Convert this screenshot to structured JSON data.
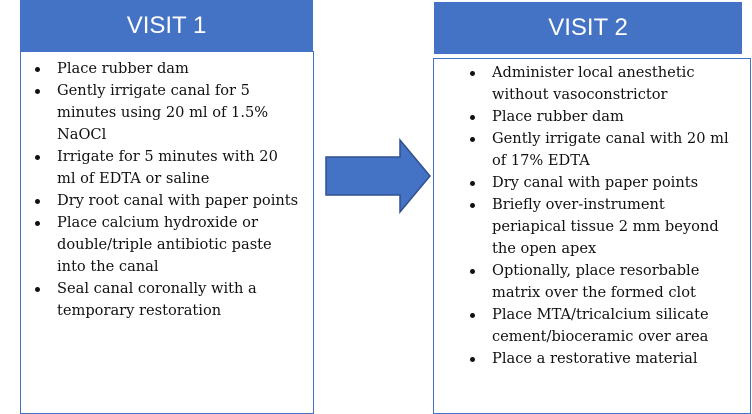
{
  "visit1": {
    "title": "VISIT 1",
    "items": [
      "Place rubber dam",
      "Gently irrigate canal for 5 minutes using 20 ml of 1.5% NaOCl",
      "Irrigate for 5 minutes with 20 ml of EDTA or saline",
      "Dry root canal with paper points",
      "Place calcium hydroxide or double/triple antibiotic paste into the canal",
      "Seal canal coronally with a temporary restoration"
    ]
  },
  "visit2": {
    "title": "VISIT 2",
    "items": [
      "Administer local anesthetic without vasoconstrictor",
      "Place rubber dam",
      "Gently irrigate canal with 20 ml of 17% EDTA",
      "Dry canal with paper points",
      "Briefly over-instrument periapical tissue 2 mm beyond the open apex",
      "Optionally, place resorbable matrix over the formed clot",
      "Place MTA/tricalcium silicate cement/bioceramic over area",
      "Place a restorative material"
    ]
  },
  "colors": {
    "accent": "#4472C4"
  }
}
